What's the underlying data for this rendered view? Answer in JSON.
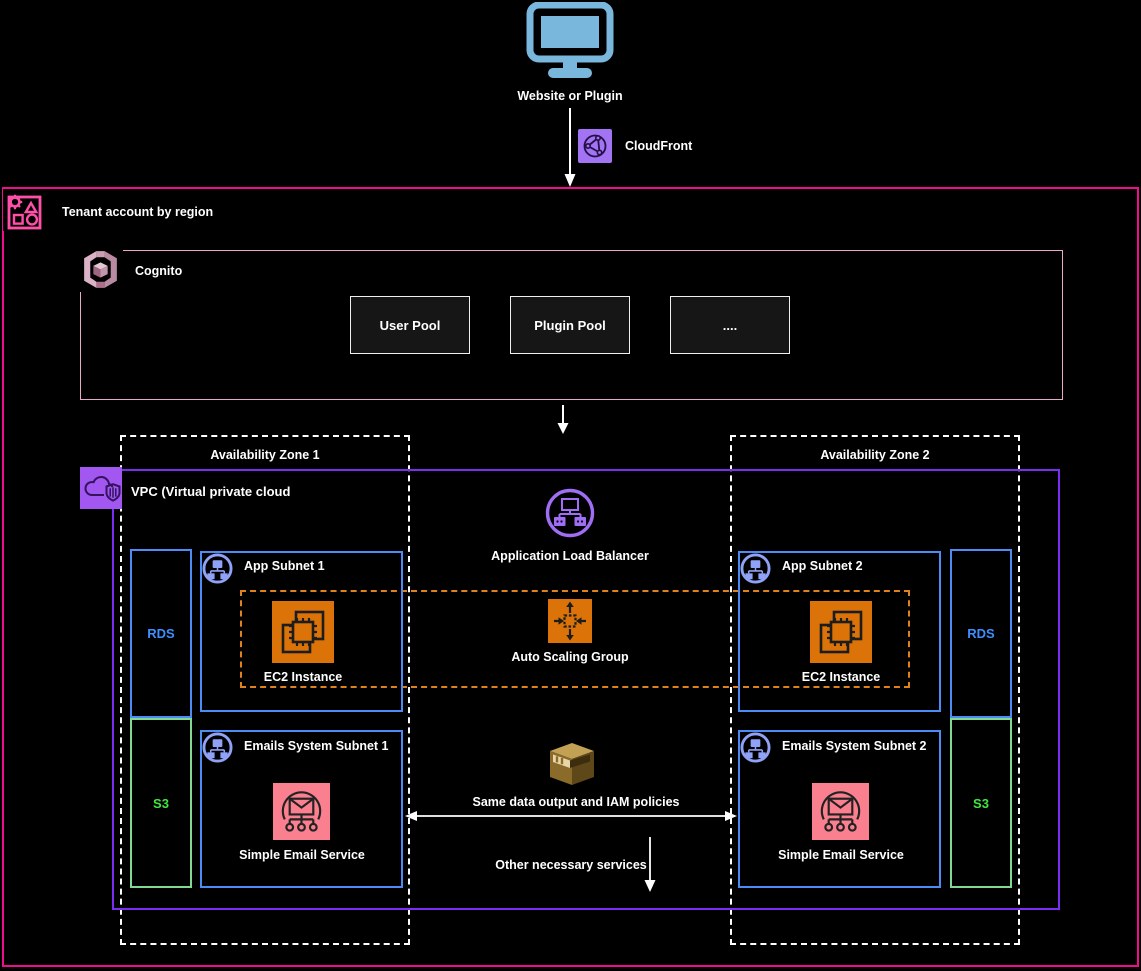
{
  "client": {
    "label": "Website or Plugin"
  },
  "cloudfront": {
    "label": "CloudFront"
  },
  "tenant": {
    "label": "Tenant account by region"
  },
  "cognito": {
    "label": "Cognito",
    "pools": [
      "User Pool",
      "Plugin Pool",
      "...."
    ]
  },
  "vpc": {
    "label": "VPC (Virtual private cloud"
  },
  "zones": {
    "az1": "Availability Zone 1",
    "az2": "Availability Zone 2"
  },
  "az1": {
    "rds": "RDS",
    "s3": "S3",
    "app_subnet": "App Subnet 1",
    "ec2": "EC2 Instance",
    "email_subnet": "Emails System Subnet 1",
    "ses": "Simple Email Service"
  },
  "az2": {
    "rds": "RDS",
    "s3": "S3",
    "app_subnet": "App Subnet 2",
    "ec2": "EC2 Instance",
    "email_subnet": "Emails System Subnet 2",
    "ses": "Simple Email Service"
  },
  "center": {
    "alb": "Application Load Balancer",
    "asg": "Auto Scaling Group",
    "data_note": "Same data output and IAM policies",
    "other_note": "Other necessary services"
  },
  "icons": {
    "monitor-icon": "client device",
    "cloudfront-icon": "globe on purple square",
    "tenant-account-icon": "gear/triangle/square/circle in pink frame",
    "cognito-icon": "mauve 3d cube enclosure",
    "vpc-icon": "cloud with shield on purple square",
    "subnet-icon": "network tree in periwinkle circle",
    "ec2-icon": "chip on orange square",
    "asg-icon": "chip with expand arrows on orange square",
    "ses-icon": "envelope tree on pink square",
    "bucket-icon": "gold 3d data box",
    "alb-icon": "load balancer nodes in purple circle"
  },
  "colors": {
    "background": "#000000",
    "client_blue": "#79b7dc",
    "cloudfront_purple": "#a273f2",
    "tenant_pink": "#ee0d8c",
    "cognito_border_pink": "#eaa9c8",
    "vpc_purple": "#7b2df2",
    "subnet_blue": "#4d8cf5",
    "rds_text_blue": "#3f8eff",
    "s3_text_green": "#3fe83f",
    "ec2_orange": "#db7309",
    "asg_dash_orange": "#e0821c",
    "ses_pink": "#fa7f8f",
    "bucket_gold": "#8a6b2a",
    "text_white": "#ffffff"
  }
}
